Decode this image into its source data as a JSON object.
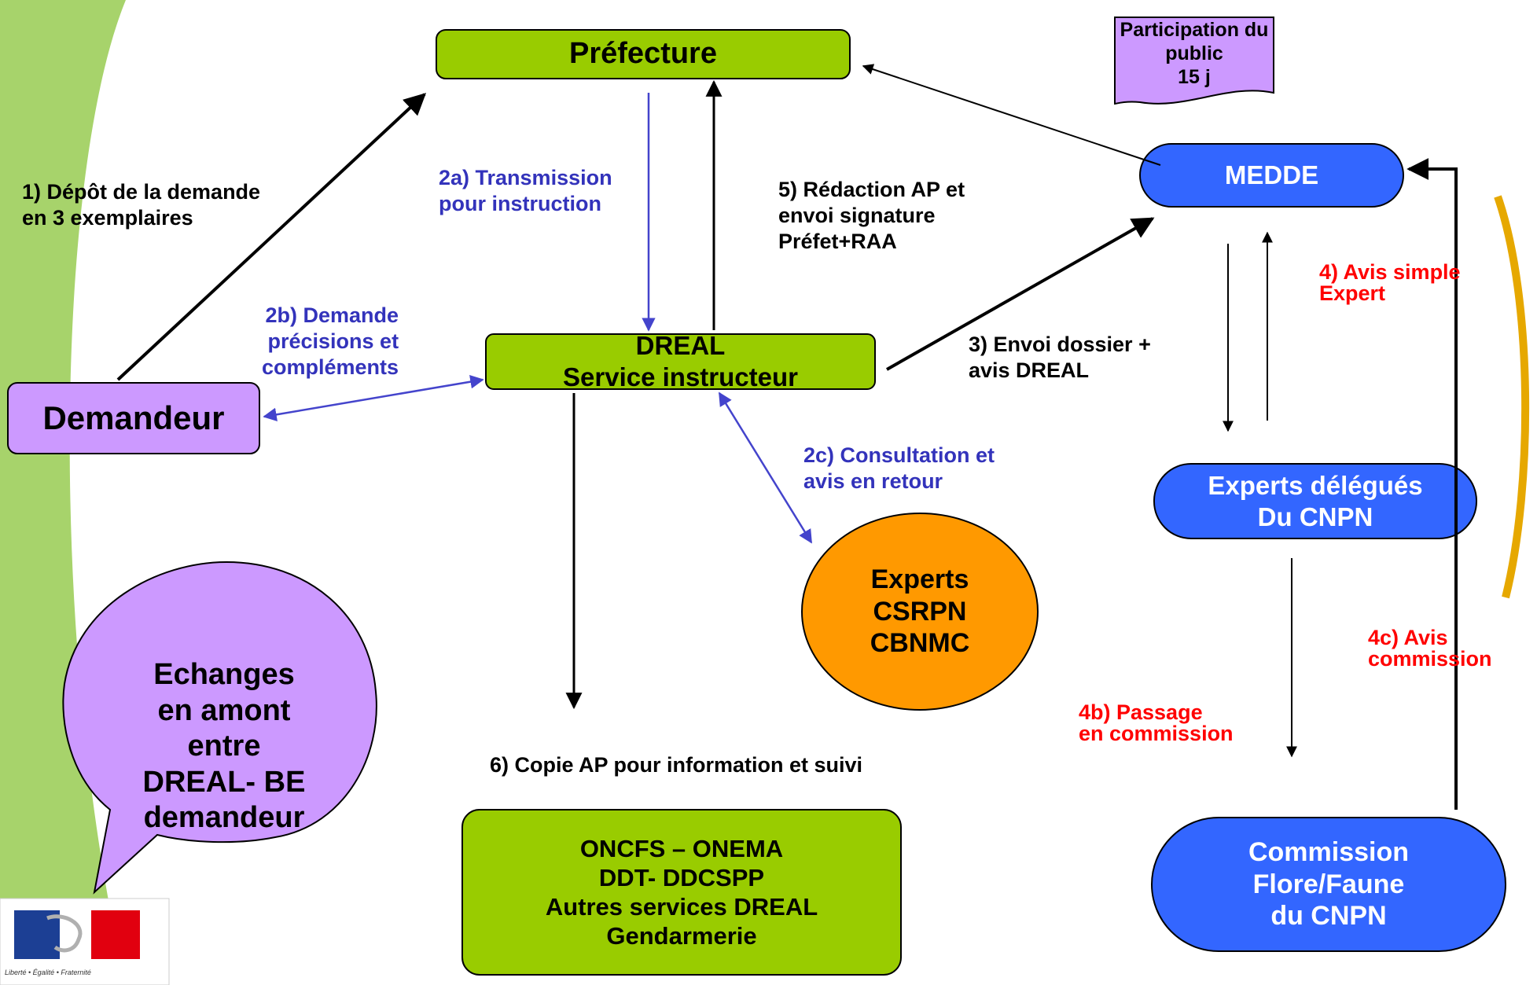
{
  "colors": {
    "left_band": "#a7d36b",
    "green_node": "#99cc00",
    "blue_node": "#3366ff",
    "orange_node": "#ff9900",
    "purple_node": "#cc99ff",
    "black_label": "#000000",
    "blue_label": "#3333bb",
    "red_label": "#ff0000",
    "right_brace": "#e6a800"
  },
  "nodes": {
    "prefecture": "Préfecture",
    "participation": "Participation du public\n15 j",
    "medde": "MEDDE",
    "demandeur": "Demandeur",
    "dreal": "DREAL\nService instructeur",
    "experts_delegues": "Experts délégués\nDu CNPN",
    "experts_csrpn": "Experts\nCSRPN\nCBNMC",
    "echanges": "Echanges\nen amont\nentre\nDREAL- BE\ndemandeur",
    "oncfs": "ONCFS – ONEMA\nDDT- DDCSPP\nAutres services DREAL\nGendarmerie",
    "commission": "Commission\nFlore/Faune\ndu CNPN"
  },
  "labels": {
    "step1": "1) Dépôt de la demande\nen 3 exemplaires",
    "step2a": "2a) Transmission\npour instruction",
    "step2b": "2b) Demande\nprécisions et\ncompléments",
    "step2c": "2c) Consultation et\navis en retour",
    "step3": "3) Envoi dossier +\navis DREAL",
    "step4": "4) Avis simple\nExpert",
    "step4b": "4b) Passage\nen commission",
    "step4c": "4c) Avis\ncommission",
    "step5": "5) Rédaction AP et\nenvoi signature\nPréfet+RAA",
    "step6": "6) Copie AP pour information et suivi"
  },
  "logo": {
    "motto": "Liberté • Égalité • Fraternité"
  }
}
